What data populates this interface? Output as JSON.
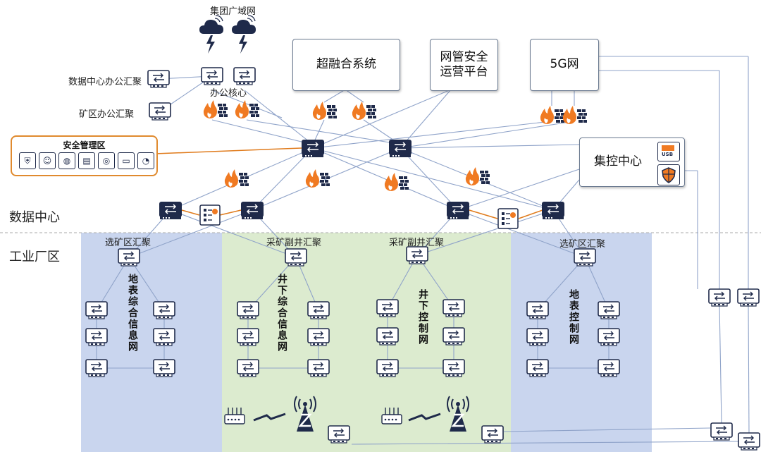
{
  "labels": {
    "group_wan": "集团广域网",
    "dc_office_agg": "数据中心办公汇聚",
    "mine_office_agg": "矿区办公汇聚",
    "office_core": "办公核心",
    "security_zone": "安全管理区",
    "data_center": "数据中心",
    "industrial_zone": "工业厂区",
    "beneficiation_agg_left": "选矿区汇聚",
    "mining_shaft_agg_1": "采矿副井汇聚",
    "mining_shaft_agg_2": "采矿副井汇聚",
    "beneficiation_agg_right": "选矿区汇聚",
    "surface_info_net": "地表综合信息网",
    "underground_info_net": "井下综合信息网",
    "underground_ctrl_net": "井下控制网",
    "surface_ctrl_net": "地表控制网"
  },
  "systems": {
    "hyperconverged": "超融合系统",
    "nm_security_line1": "网管安全",
    "nm_security_line2": "运营平台",
    "net_5g": "5G网",
    "central_control": "集控中心",
    "usb_label": "USB"
  },
  "colors": {
    "link": "#8fa3c9",
    "orange_link": "#e07b1c",
    "device": "#1f2a4a",
    "firewall_flame": "#f07a22",
    "zone_blue": "#c9d5ee",
    "zone_green": "#dcebcf"
  }
}
